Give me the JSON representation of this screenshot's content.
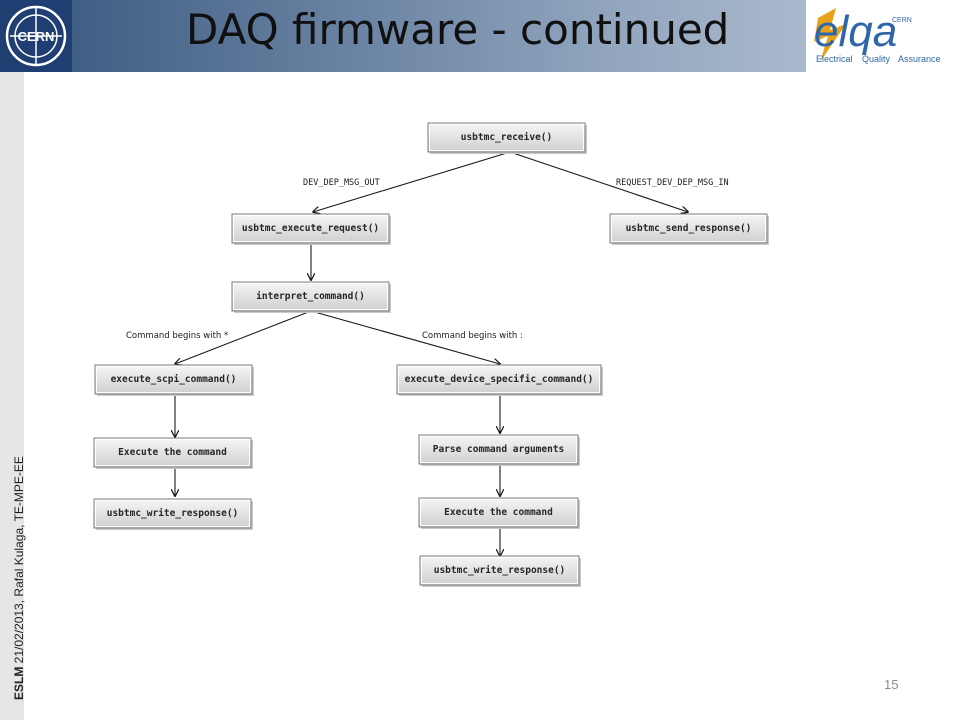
{
  "slide": {
    "title": "DAQ firmware - continued",
    "page_number": "15",
    "footer": {
      "event": "ESLM",
      "details": " 21/02/2013,  Rafal Kulaga, TE-MPE-EE"
    },
    "cern_logo_text": "CERN",
    "elqa_logo": {
      "letters": "elqa",
      "inner_text": "CERN",
      "words": [
        "Electrical",
        "Quality",
        "Assurance"
      ]
    }
  },
  "diagram": {
    "nodes": [
      {
        "id": "receive",
        "label": "usbtmc_receive()"
      },
      {
        "id": "execute_request",
        "label": "usbtmc_execute_request()"
      },
      {
        "id": "send_response",
        "label": "usbtmc_send_response()"
      },
      {
        "id": "interpret",
        "label": "interpret_command()"
      },
      {
        "id": "scpi",
        "label": "execute_scpi_command()"
      },
      {
        "id": "device_specific",
        "label": "execute_device_specific_command()"
      },
      {
        "id": "exec_left",
        "label": "Execute the command"
      },
      {
        "id": "write_left",
        "label": "usbtmc_write_response()"
      },
      {
        "id": "parse",
        "label": "Parse command arguments"
      },
      {
        "id": "exec_right",
        "label": "Execute the command"
      },
      {
        "id": "write_right",
        "label": "usbtmc_write_response()"
      }
    ],
    "edge_labels": [
      {
        "id": "dev_dep_msg_out",
        "text": "DEV_DEP_MSG_OUT"
      },
      {
        "id": "request_dev_dep_msg_in",
        "text": "REQUEST_DEV_DEP_MSG_IN"
      },
      {
        "id": "begins_star",
        "text": "Command begins with *"
      },
      {
        "id": "begins_colon",
        "text": "Command begins with :"
      }
    ]
  }
}
